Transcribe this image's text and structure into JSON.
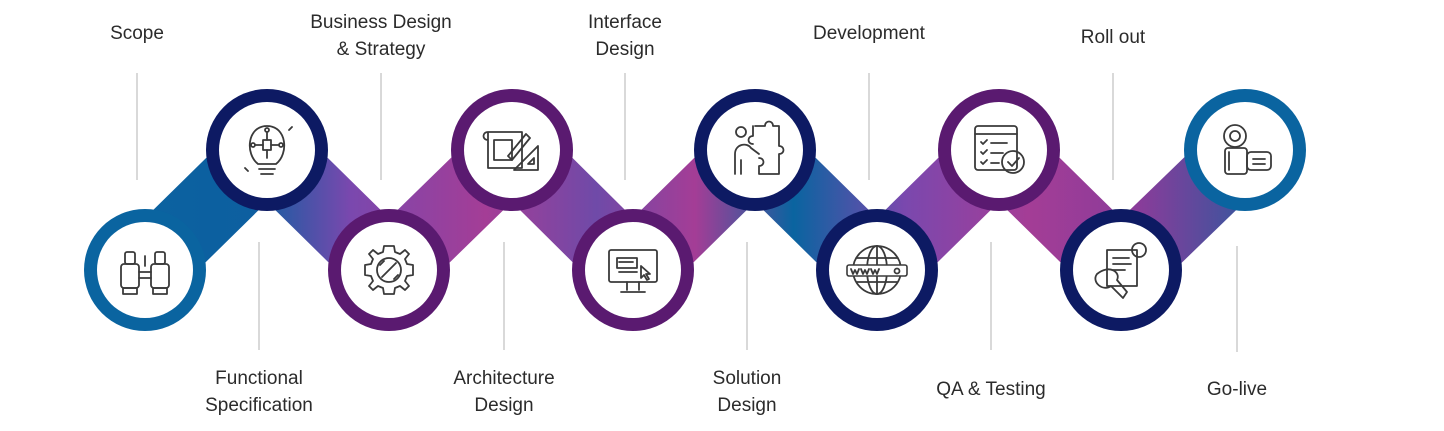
{
  "colors": {
    "blue": "#0a64a0",
    "navy": "#0d1a63",
    "purple": "#5a1a70",
    "magenta": "#a43d96",
    "violet": "#6f4aa8",
    "connector_line": "#cccccc",
    "icon_stroke": "#3a3a3a"
  },
  "steps": [
    {
      "lines": [
        "Scope"
      ],
      "icon": "binoculars-icon",
      "ring": "blue"
    },
    {
      "lines": [
        "Functional",
        "Specification"
      ],
      "icon": "lightbulb-circuit-icon",
      "ring": "navy"
    },
    {
      "lines": [
        "Business Design",
        "& Strategy"
      ],
      "icon": "gear-wrench-icon",
      "ring": "purple"
    },
    {
      "lines": [
        "Architecture",
        "Design"
      ],
      "icon": "blueprint-icon",
      "ring": "purple"
    },
    {
      "lines": [
        "Interface",
        "Design"
      ],
      "icon": "monitor-cursor-icon",
      "ring": "purple"
    },
    {
      "lines": [
        "Solution",
        "Design"
      ],
      "icon": "puzzle-person-icon",
      "ring": "navy"
    },
    {
      "lines": [
        "Development"
      ],
      "icon": "globe-www-icon",
      "ring": "navy"
    },
    {
      "lines": [
        "QA & Testing"
      ],
      "icon": "checklist-icon",
      "ring": "purple"
    },
    {
      "lines": [
        "Roll out"
      ],
      "icon": "certificate-icon",
      "ring": "navy"
    },
    {
      "lines": [
        "Go-live"
      ],
      "icon": "camera-recorder-icon",
      "ring": "blue"
    }
  ]
}
